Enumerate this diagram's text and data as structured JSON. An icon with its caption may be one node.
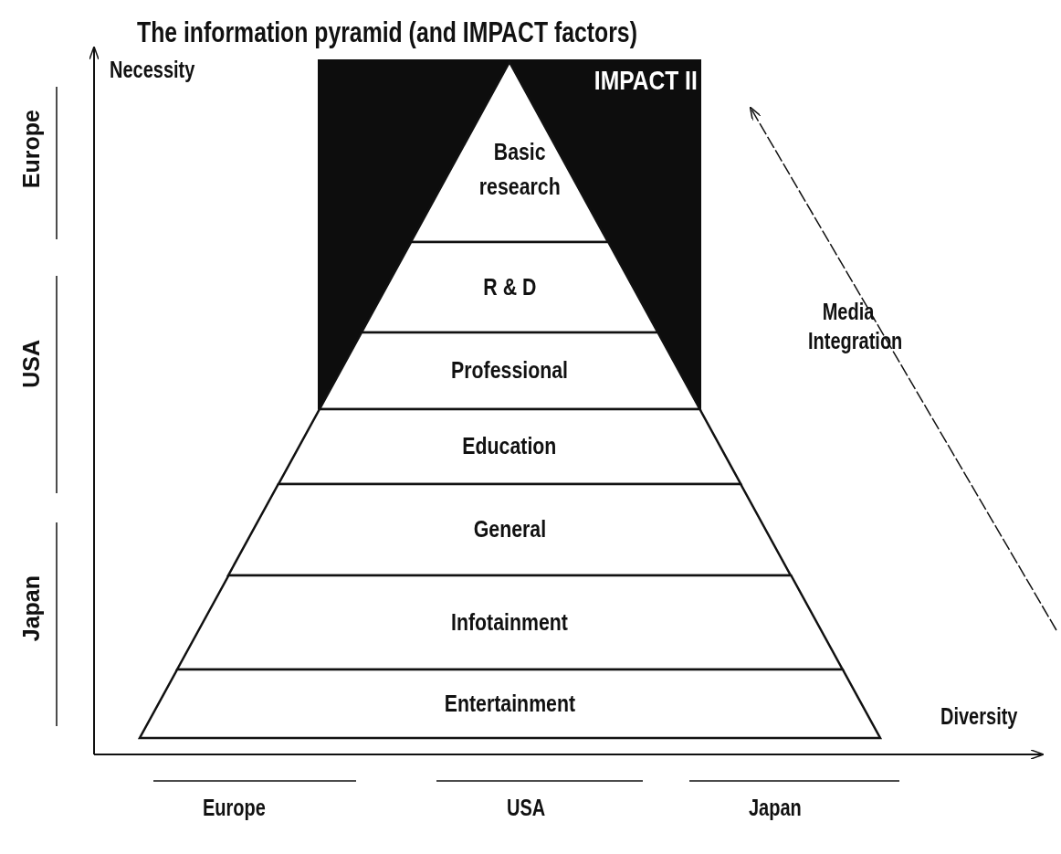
{
  "diagram": {
    "title": "The information pyramid  (and IMPACT factors)",
    "nodes": [
      {
        "text": [
          "IMPACT II"
        ]
      },
      {
        "text": [
          "Basic research"
        ],
        "in": 0
      },
      {
        "text": [
          "R & D"
        ],
        "in": 0
      },
      {
        "text": [
          "Professional"
        ],
        "in": 0
      },
      {
        "text": [
          "Education"
        ]
      },
      {
        "text": [
          "General"
        ]
      },
      {
        "text": [
          "Infotainment"
        ]
      },
      {
        "text": [
          "Entertainment"
        ]
      }
    ],
    "labels": [
      "Necessity",
      "Europe",
      "Media Integration",
      "USA",
      "Japan",
      "Diversity",
      "Europe",
      "USA",
      "Japan"
    ]
  }
}
